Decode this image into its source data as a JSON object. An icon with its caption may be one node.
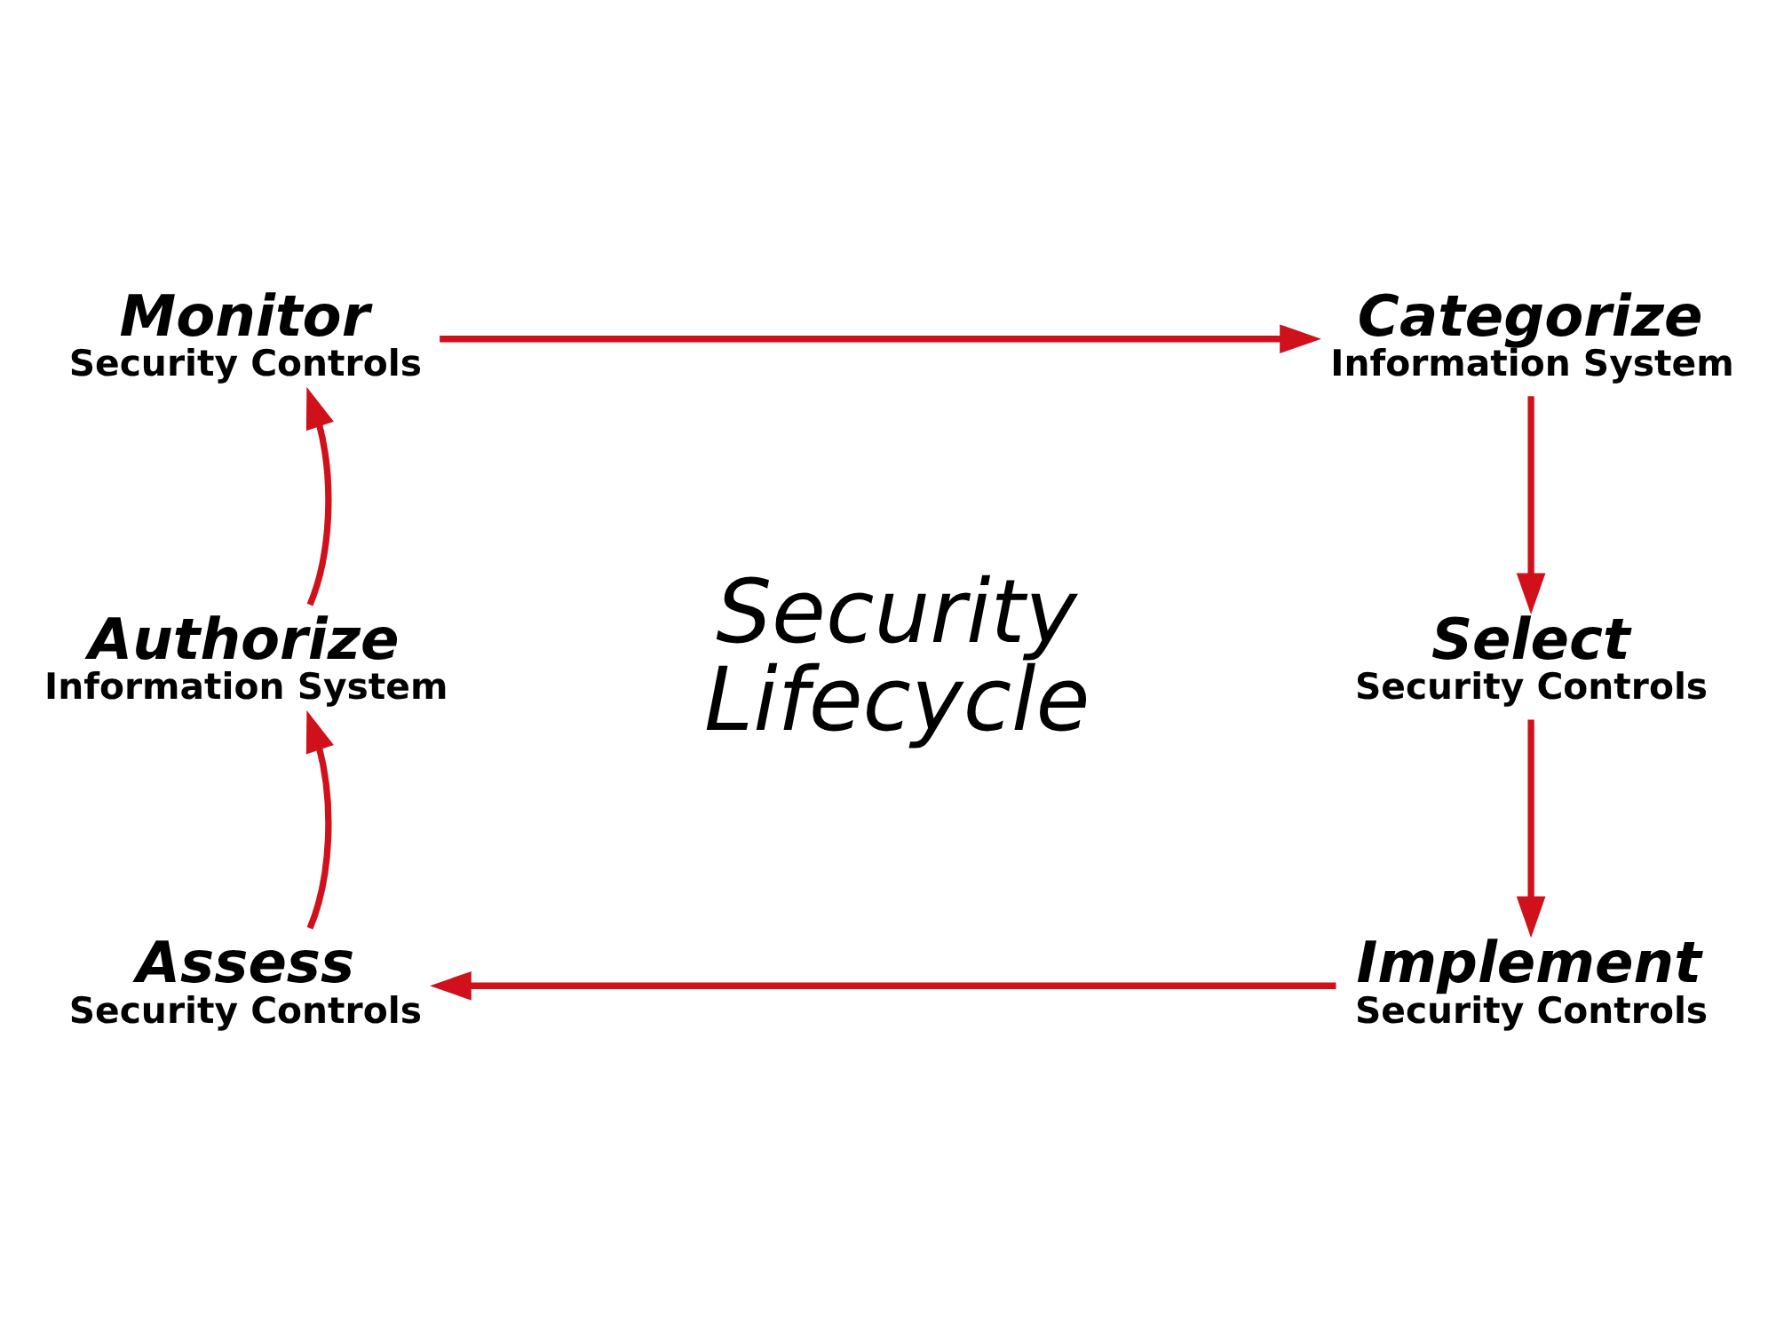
{
  "diagram": {
    "nodes": [
      {
        "text": [
          "Categorize",
          "Information System"
        ]
      },
      {
        "text": [
          "Select",
          "Security Controls"
        ]
      },
      {
        "text": [
          "Implement",
          "Security Controls"
        ]
      },
      {
        "text": [
          "Assess",
          "Security Controls"
        ]
      },
      {
        "text": [
          "Authorize",
          "Information System"
        ]
      },
      {
        "text": [
          "Monitor",
          "Security Controls"
        ]
      }
    ],
    "edges": [
      {
        "from": 5,
        "to": 0,
        "arrow": "to"
      },
      {
        "from": 0,
        "to": 1,
        "arrow": "to"
      },
      {
        "from": 1,
        "to": 2,
        "arrow": "to"
      },
      {
        "from": 2,
        "to": 3,
        "arrow": "to"
      },
      {
        "from": 3,
        "to": 4,
        "arrow": "to"
      },
      {
        "from": 4,
        "to": 5,
        "arrow": "to"
      }
    ],
    "labels": [
      "Security Lifecycle"
    ]
  }
}
